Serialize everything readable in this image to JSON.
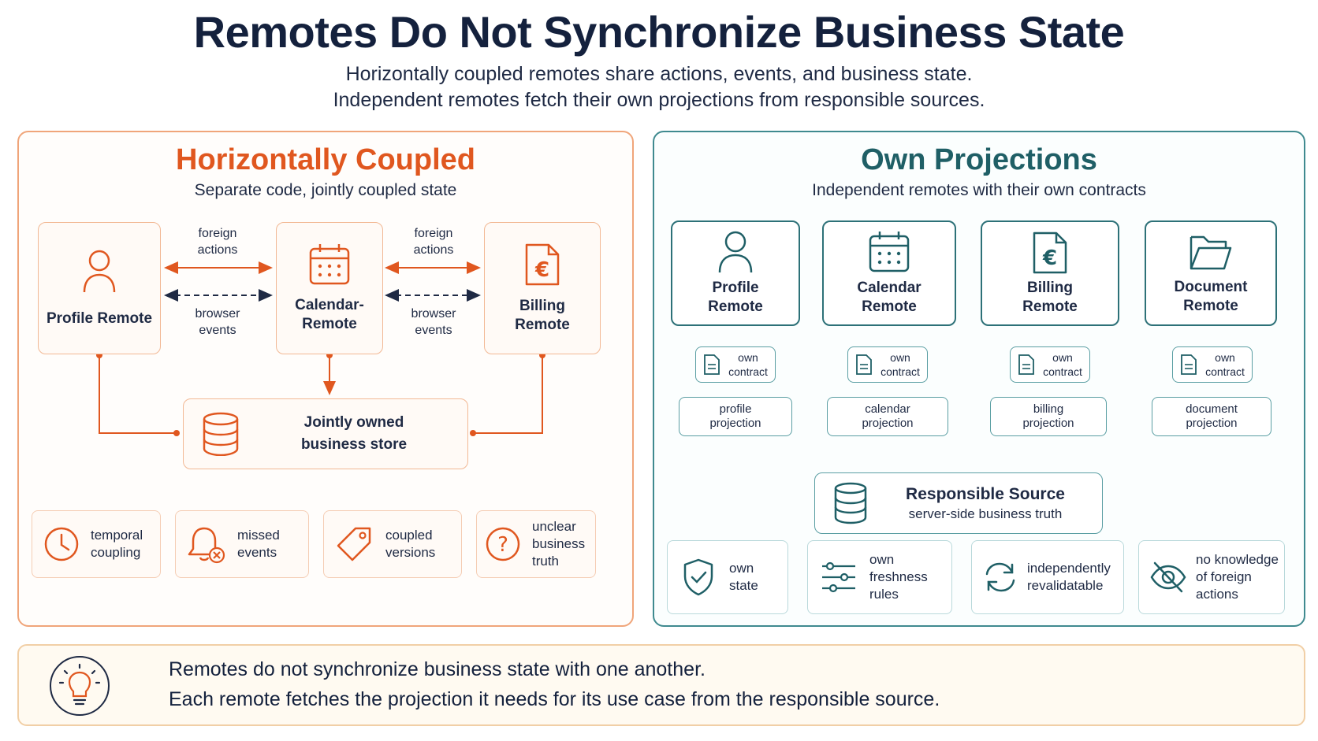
{
  "title": "Remotes Do Not Synchronize Business State",
  "subtitle_lines": [
    "Horizontally coupled remotes share actions, events, and business state.",
    "Independent remotes fetch their own projections from responsible sources."
  ],
  "left_panel": {
    "title": "Horizontally Coupled",
    "subtitle": "Separate code, jointly coupled state",
    "nodes": {
      "profile": "Profile Remote",
      "calendar": [
        "Calendar-",
        "Remote"
      ],
      "billing": [
        "Billing",
        "Remote"
      ]
    },
    "edge_labels": {
      "foreign_actions": [
        "foreign",
        "actions"
      ],
      "browser_events": [
        "browser",
        "events"
      ]
    },
    "store": [
      "Jointly owned",
      "business store"
    ],
    "problems": [
      {
        "icon": "clock-icon",
        "text": [
          "temporal",
          "coupling"
        ]
      },
      {
        "icon": "bell-missed-icon",
        "text": [
          "missed",
          "events"
        ]
      },
      {
        "icon": "tag-icon",
        "text": [
          "coupled",
          "versions"
        ]
      },
      {
        "icon": "question-icon",
        "text": [
          "unclear",
          "business",
          "truth"
        ]
      }
    ],
    "colors": {
      "accent": "#e0571f",
      "border": "#f2b894"
    }
  },
  "right_panel": {
    "title": "Own Projections",
    "subtitle": "Independent remotes with their own contracts",
    "remotes": [
      {
        "icon": "user-icon",
        "name": [
          "Profile",
          "Remote"
        ],
        "contract": [
          "own",
          "contract"
        ],
        "projection": [
          "profile",
          "projection"
        ]
      },
      {
        "icon": "calendar-icon",
        "name": [
          "Calendar",
          "Remote"
        ],
        "contract": [
          "own",
          "contract"
        ],
        "projection": [
          "calendar",
          "projection"
        ]
      },
      {
        "icon": "invoice-euro-icon",
        "name": [
          "Billing",
          "Remote"
        ],
        "contract": [
          "own",
          "contract"
        ],
        "projection": [
          "billing",
          "projection"
        ]
      },
      {
        "icon": "folder-icon",
        "name": [
          "Document",
          "Remote"
        ],
        "contract": [
          "own",
          "contract"
        ],
        "projection": [
          "document",
          "projection"
        ]
      }
    ],
    "source": {
      "title": "Responsible Source",
      "subtitle": "server-side business truth"
    },
    "benefits": [
      {
        "icon": "shield-check-icon",
        "text": [
          "own",
          "state"
        ]
      },
      {
        "icon": "sliders-icon",
        "text": [
          "own",
          "freshness",
          "rules"
        ]
      },
      {
        "icon": "refresh-icon",
        "text": [
          "independently",
          "revalidatable"
        ]
      },
      {
        "icon": "eye-off-icon",
        "text": [
          "no knowledge",
          "of foreign",
          "actions"
        ]
      }
    ],
    "colors": {
      "accent": "#1f5f66",
      "border": "#3f8a8f"
    }
  },
  "footer": {
    "icon": "lightbulb-icon",
    "lines": [
      "Remotes do not synchronize business state with one another.",
      "Each remote fetches the projection it needs for its use case from the responsible source."
    ]
  }
}
